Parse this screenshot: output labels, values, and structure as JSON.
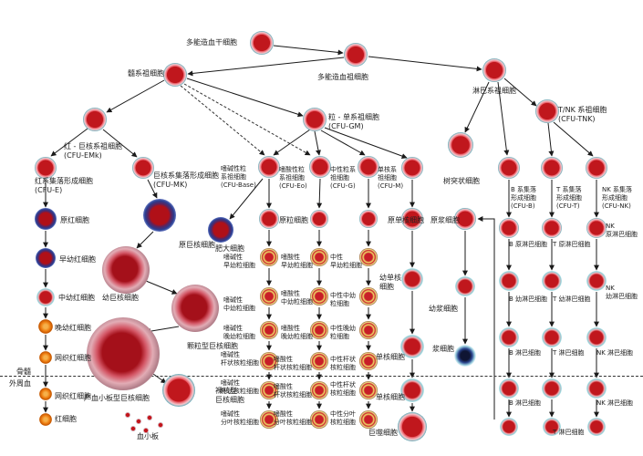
{
  "labels": {
    "hsc": "多能造血干细胞",
    "mpp": "多能造血祖细胞",
    "myeloid": "髓系祖细胞",
    "lymphoid": "淋巴系祖细胞",
    "gm": [
      "粒 - 单系祖细胞",
      "(CFU-GM)"
    ],
    "tnk": [
      "T/NK 系祖细胞",
      "(CFU-TNK)"
    ],
    "emk": [
      "红 - 巨核系祖细胞",
      "(CFU-EMk)"
    ],
    "cfue": [
      "红系集落形成细胞",
      "(CFU-E)"
    ],
    "cfumk": [
      "巨核系集落形成细胞",
      "(CFU-MK)"
    ],
    "base": [
      "嗜碱性粒",
      "系祖细胞",
      "(CFU-Base)"
    ],
    "eo": [
      "嗜酸性粒",
      "系祖细胞",
      "(CFU-Eo)"
    ],
    "cfug": [
      "中性粒系",
      "祖细胞",
      "(CFU-G)"
    ],
    "cfum": [
      "单核系",
      "祖细胞",
      "(CFU-M)"
    ],
    "dendritic": "树突状细胞",
    "cfub": [
      "B 系集落",
      "形成细胞",
      "(CFU-B)"
    ],
    "cfut": [
      "T 系集落",
      "形成细胞",
      "(CFU-T)"
    ],
    "cfunk": [
      "NK 系集落",
      "形成细胞",
      "(CFU-NK)"
    ],
    "proerythroblast": "原红细胞",
    "early_erythroblast": "早幼红细胞",
    "mid_erythroblast": "中幼红细胞",
    "late_erythroblast": "晚幼红细胞",
    "reticulocyte": "网织红细胞",
    "erythrocyte": "红细胞",
    "reticulocyte2": "网织红细胞",
    "megakaryoblast": "原巨核细胞",
    "promegakaryocyte": "幼巨核细胞",
    "granular_mk": "颗粒型巨核细胞",
    "plt_mk": "产血小板型巨核细胞",
    "naked_mk": [
      "裸核型",
      "巨核细胞"
    ],
    "platelet": "血小板",
    "mast": "肥大细胞",
    "myeloblast": "原粒细胞",
    "baso_pro": [
      "嗜碱性",
      "早幼粒细胞"
    ],
    "baso_mye": [
      "嗜碱性",
      "中幼粒细胞"
    ],
    "baso_meta": [
      "嗜碱性",
      "晚幼粒细胞"
    ],
    "baso_band": [
      "嗜碱性",
      "杆状核粒细胞"
    ],
    "baso_band2": [
      "嗜碱性",
      "杆状核粒细胞"
    ],
    "baso_seg": [
      "嗜碱性",
      "分叶核粒细胞"
    ],
    "eo_pro": [
      "嗜酸性",
      "早幼粒细胞"
    ],
    "eo_mye": [
      "嗜酸性",
      "中幼粒细胞"
    ],
    "eo_meta": [
      "嗜酸性",
      "晚幼粒细胞"
    ],
    "eo_band": [
      "嗜酸性",
      "杆状核粒细胞"
    ],
    "eo_band2": [
      "嗜酸性",
      "杆状核粒细胞"
    ],
    "eo_seg": [
      "嗜酸性",
      "分叶核粒细胞"
    ],
    "neu_pro": [
      "中性",
      "早幼粒细胞"
    ],
    "neu_mye": [
      "中性中幼",
      "粒细胞"
    ],
    "neu_meta": [
      "中性晚幼",
      "粒细胞"
    ],
    "neu_band": [
      "中性杆状",
      "核粒细胞"
    ],
    "neu_band2": [
      "中性杆状",
      "核粒细胞"
    ],
    "neu_seg": [
      "中性分叶",
      "核粒细胞"
    ],
    "monoblast": "原单核细胞",
    "promonocyte": [
      "幼单核",
      "细胞"
    ],
    "monocyte": "单核细胞",
    "monocyte2": "单核细胞",
    "macrophage": "巨噬细胞",
    "plasmablast": "原浆细胞",
    "proplasmacyte": "幼浆细胞",
    "plasma": "浆细胞",
    "b_blast": "B 原淋巴细胞",
    "b_pro": "B 幼淋巴细胞",
    "b_lym": "B 淋巴细胞",
    "b_lym2": "B 淋巴细胞",
    "t_blast": "T 原淋巴细胞",
    "t_pro": "T 幼淋巴细胞",
    "t_lym": "T 淋巴细胞",
    "t_lym2": "T 淋巴细胞",
    "nk_blast": [
      "NK",
      "原淋巴细胞"
    ],
    "nk_pro": [
      "NK",
      "幼淋巴细胞"
    ],
    "nk_lym": "NK 淋巴细胞",
    "nk_lym2": "NK 淋巴细胞",
    "marrow": "骨髓",
    "peripheral": "外周血"
  },
  "colors": {
    "arrow": "#1a1a1a",
    "dashed_arrow": "#333333",
    "label": "#222222",
    "cell_nucleus": "#c0171d",
    "cell_rim": "#49a8b6",
    "normoblast": "#2b3d8f",
    "mature_rbc": "#ee7d10"
  }
}
